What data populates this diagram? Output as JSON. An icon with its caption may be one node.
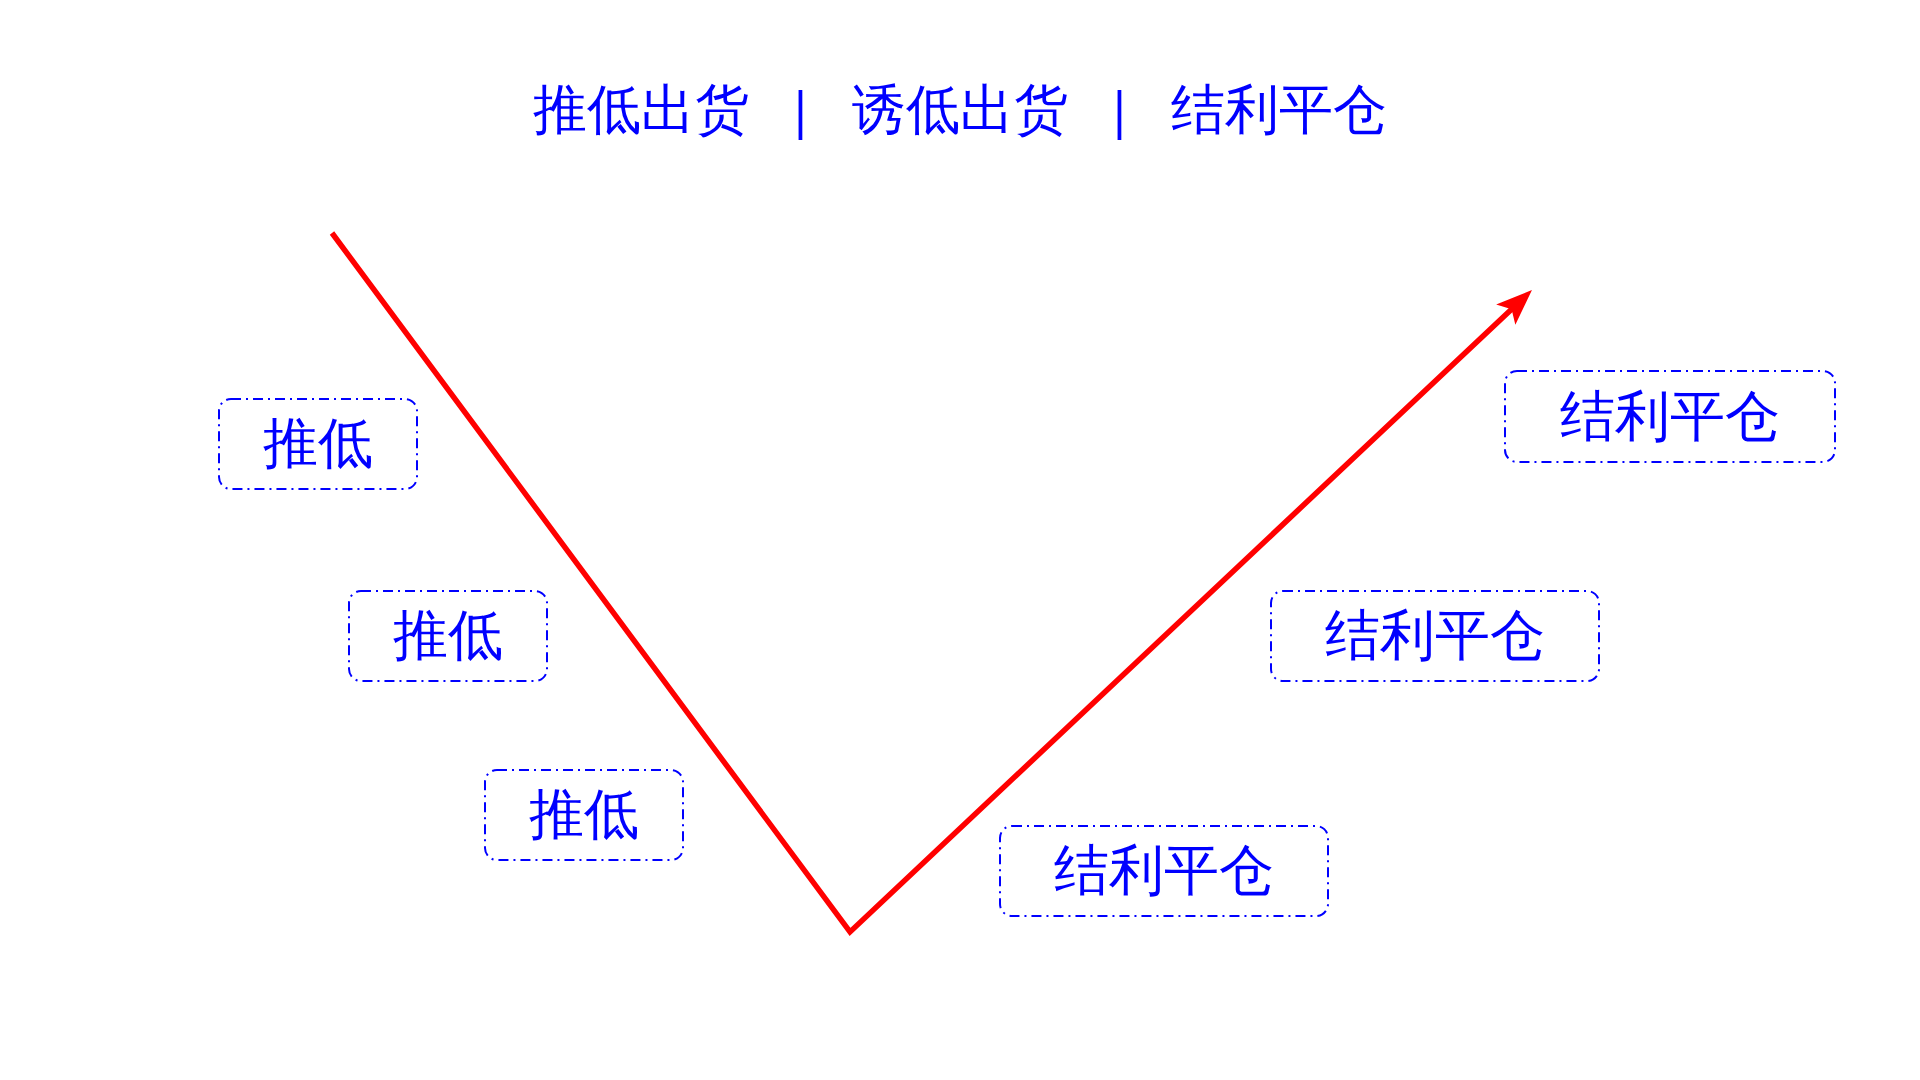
{
  "diagram": {
    "title": "推低出货 **|** 诱低出货 **|** 结利平仓",
    "nodes": [
      {
        "text": [
          "推低"
        ]
      },
      {
        "text": [
          "推低"
        ]
      },
      {
        "text": [
          "推低"
        ]
      },
      {
        "text": [
          "结利平仓"
        ]
      },
      {
        "text": [
          "结利平仓"
        ]
      },
      {
        "text": [
          "结利平仓"
        ]
      }
    ]
  }
}
